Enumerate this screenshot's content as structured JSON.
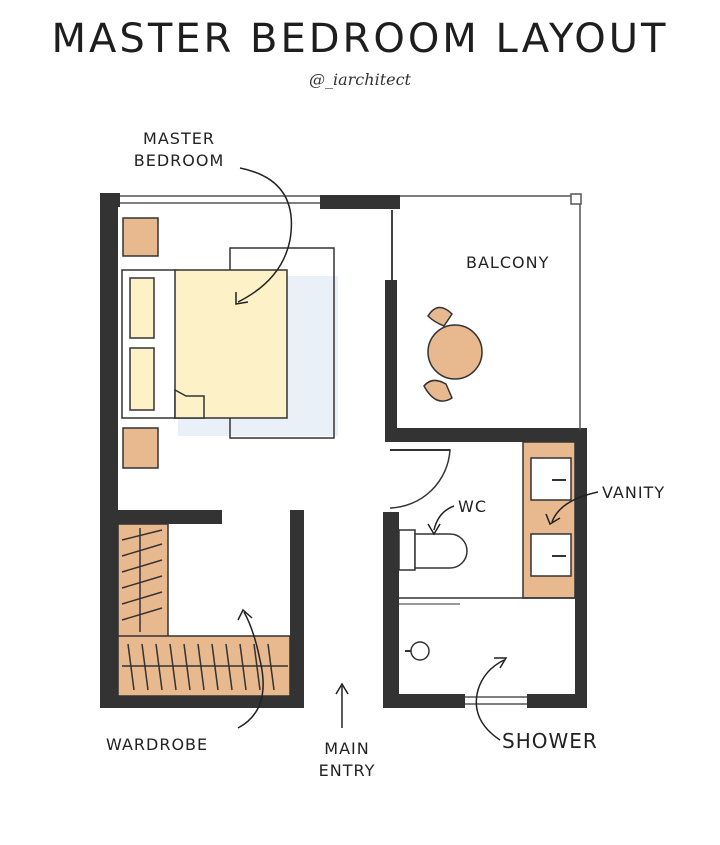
{
  "title": "MASTER BEDROOM LAYOUT",
  "handle": "@_iarchitect",
  "labels": {
    "master_bedroom_line1": "MASTER",
    "master_bedroom_line2": "BEDROOM",
    "balcony": "BALCONY",
    "wc": "WC",
    "vanity": "VANITY",
    "wardrobe": "WARDROBE",
    "main_entry_line1": "MAIN",
    "main_entry_line2": "ENTRY",
    "shower": "SHOWER"
  },
  "colors": {
    "wall": "#333333",
    "furniture_fill": "#e8b88f",
    "bed_fill": "#fdf1c8",
    "floor_shadow": "#e6eef6",
    "line": "#2a2a2a"
  }
}
